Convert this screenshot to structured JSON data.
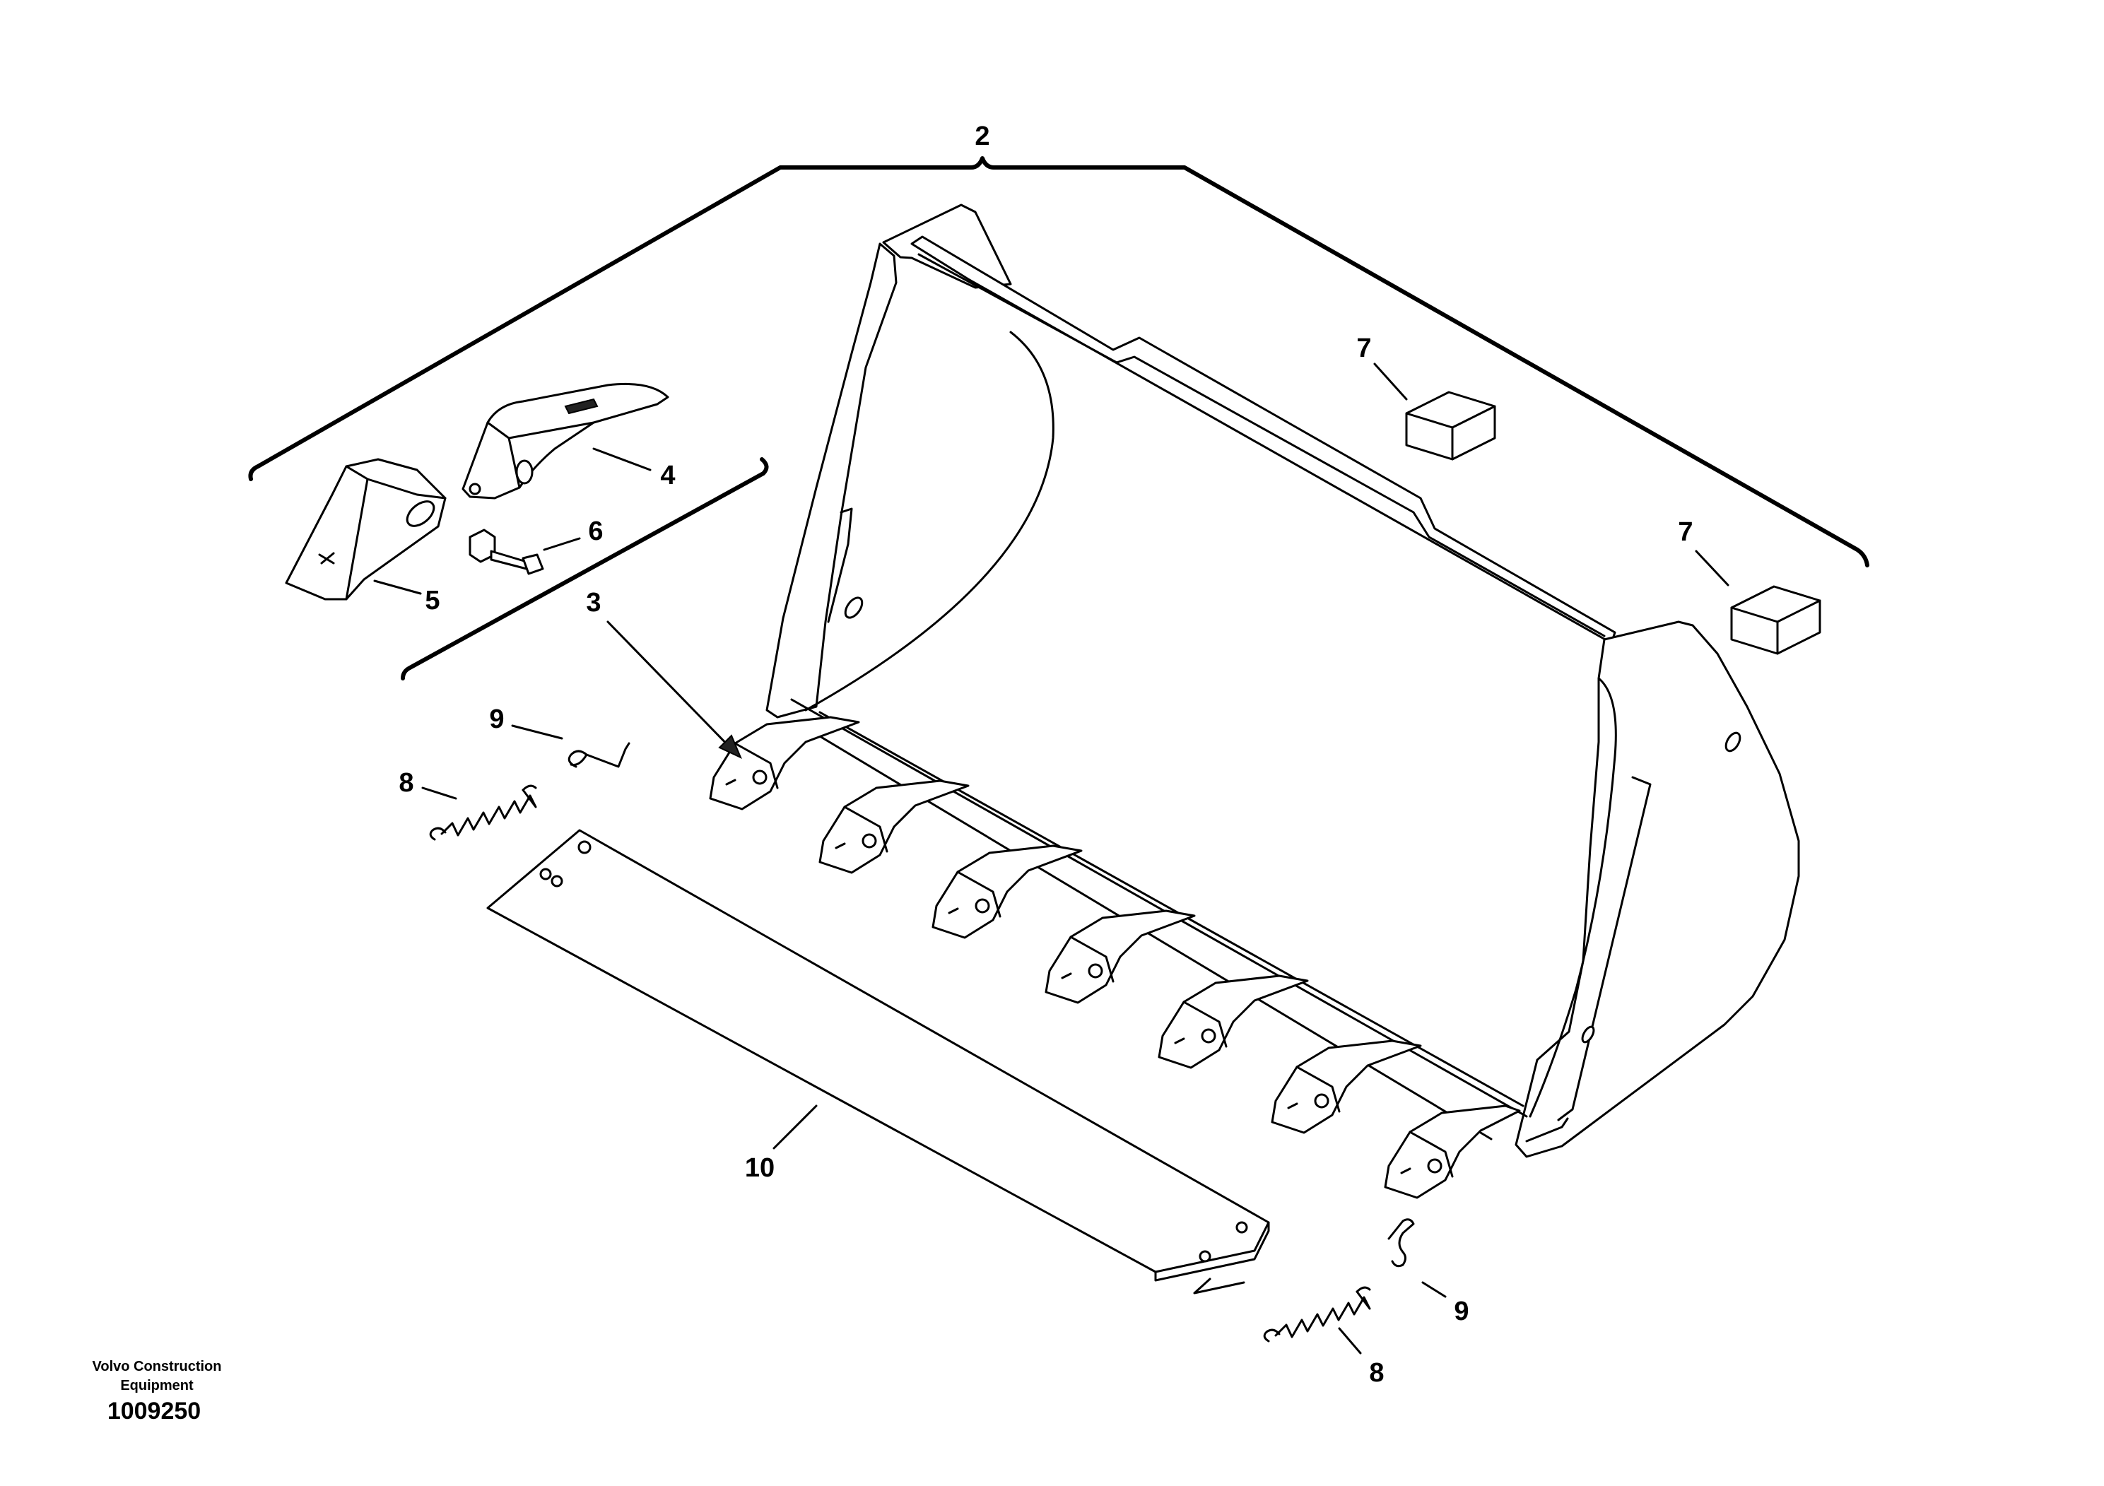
{
  "callouts": {
    "c2": "2",
    "c3": "3",
    "c4": "4",
    "c5": "5",
    "c6": "6",
    "c7a": "7",
    "c7b": "7",
    "c8a": "8",
    "c8b": "8",
    "c9a": "9",
    "c9b": "9",
    "c10": "10"
  },
  "footer": {
    "line1": "Volvo Construction",
    "line2": "Equipment",
    "code": "1009250"
  }
}
